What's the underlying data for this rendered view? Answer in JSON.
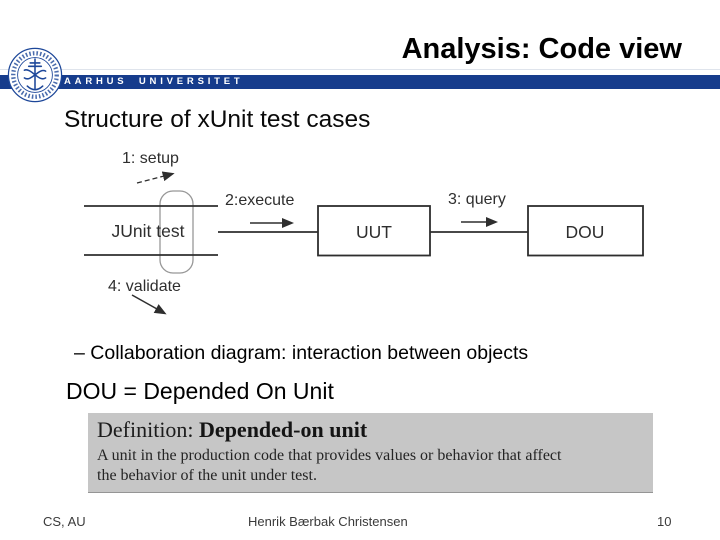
{
  "slide": {
    "title": "Analysis: Code view",
    "heading": "Structure of xUnit test cases",
    "bullet": "– Collaboration diagram: interaction between objects",
    "dou_line": "DOU = Depended On Unit"
  },
  "header": {
    "university": "AARHUS UNIVERSITET"
  },
  "diagram": {
    "labels": {
      "setup": "1: setup",
      "execute": "2:execute",
      "query": "3: query",
      "validate": "4: validate"
    },
    "nodes": {
      "test": "JUnit test",
      "uut": "UUT",
      "dou": "DOU"
    }
  },
  "definition_box": {
    "label": "Definition:",
    "term": "Depended-on unit",
    "body_line1": "A unit in the production code that provides values or behavior that affect",
    "body_line2": "the behavior of the unit under test."
  },
  "footer": {
    "left": "CS, AU",
    "center": "Henrik Bærbak Christensen",
    "page": "10"
  },
  "colors": {
    "brand_blue": "#163c8c",
    "seal_blue": "#1d4799",
    "defbox_bg": "#c6c6c6",
    "ink": "#2e2e2e",
    "footer_gray": "#3a3a3a"
  }
}
